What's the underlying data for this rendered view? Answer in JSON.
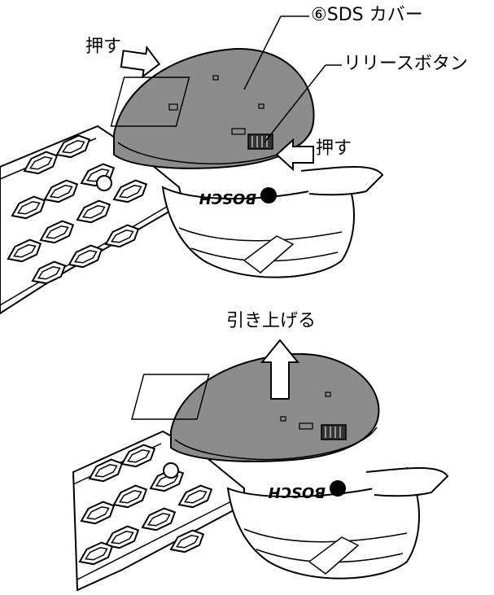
{
  "labels": {
    "push_top": "押す",
    "sds_cover": "⑥SDS カバー",
    "release_button": "リリースボタン",
    "push_side": "押す",
    "lift_up": "引き上げる"
  },
  "brand": "BOSCH",
  "colors": {
    "cover_gray": "#8c8c8c",
    "line": "#000000",
    "background": "#ffffff"
  },
  "icons": [
    "push-arrow-icon",
    "lift-arrow-icon",
    "bosch-logo-icon"
  ]
}
